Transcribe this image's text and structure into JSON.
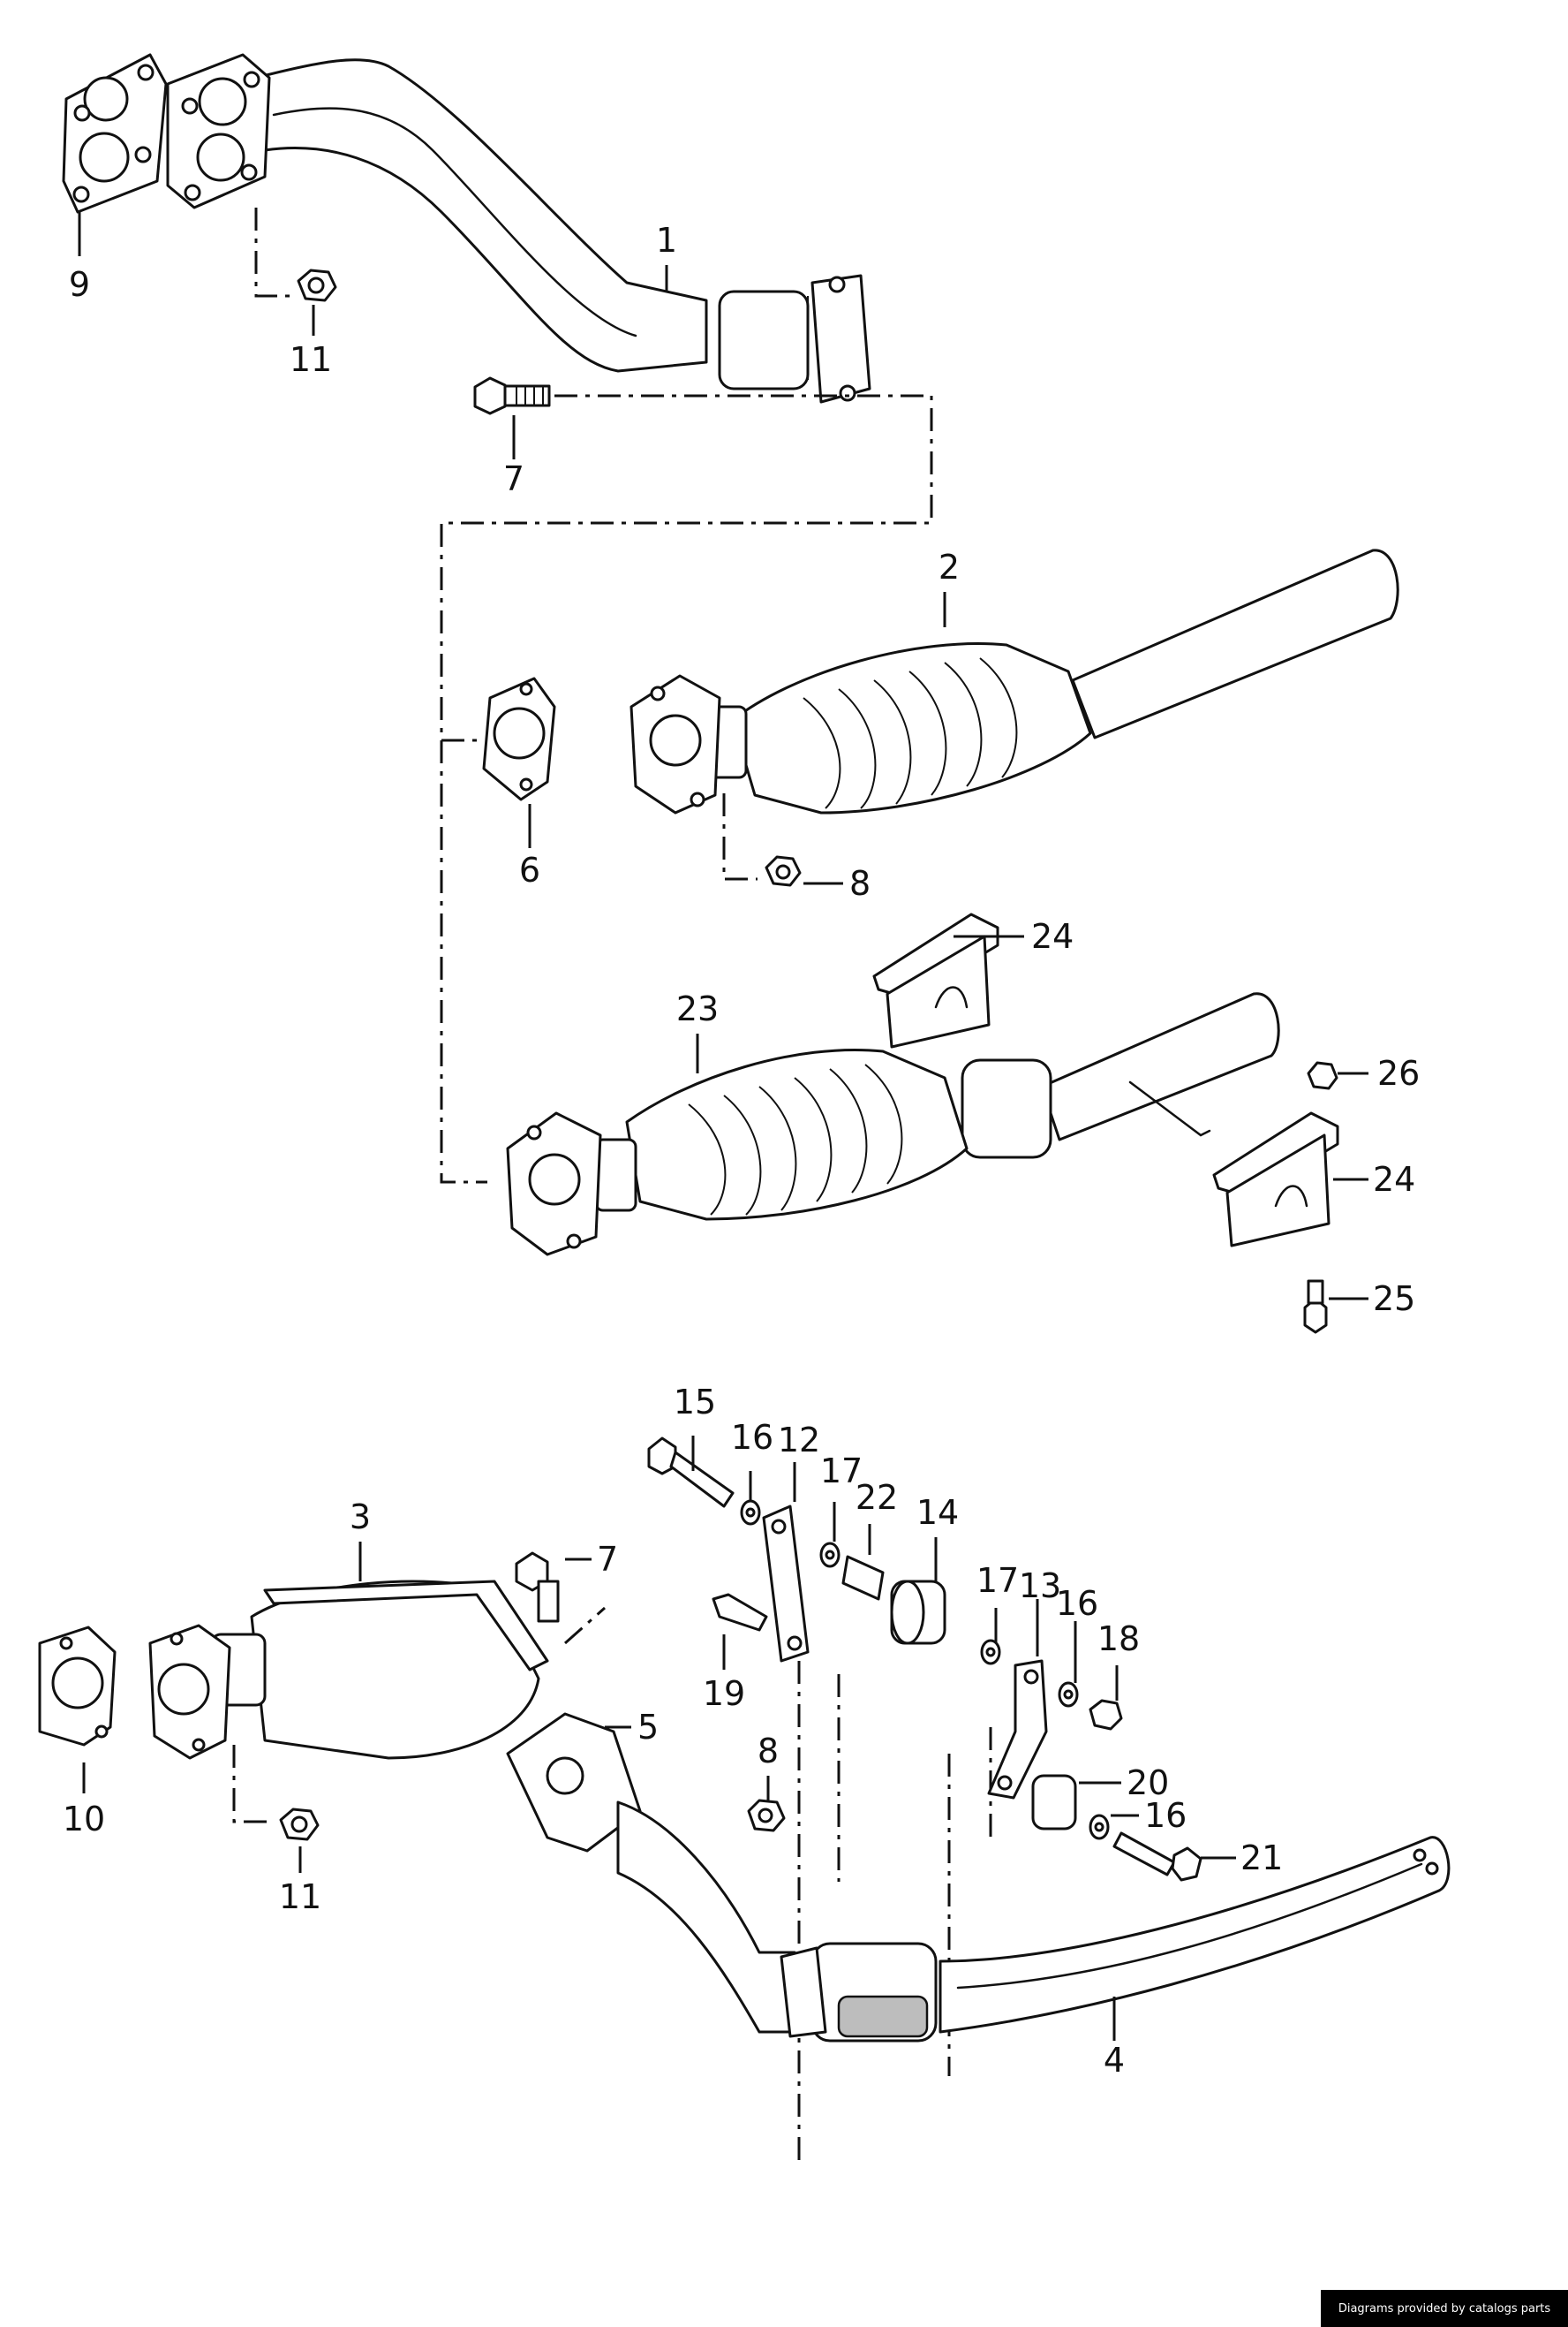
{
  "callouts": {
    "c1": "1",
    "c2": "2",
    "c3": "3",
    "c4": "4",
    "c5": "5",
    "c6": "6",
    "c7a": "7",
    "c7b": "7",
    "c8a": "8",
    "c8b": "8",
    "c9": "9",
    "c10": "10",
    "c11a": "11",
    "c11b": "11",
    "c12": "12",
    "c13": "13",
    "c14": "14",
    "c15": "15",
    "c16a": "16",
    "c16b": "16",
    "c16c": "16",
    "c17a": "17",
    "c17b": "17",
    "c18": "18",
    "c19": "19",
    "c20": "20",
    "c21": "21",
    "c22": "22",
    "c23": "23",
    "c24a": "24",
    "c24b": "24",
    "c25": "25",
    "c26": "26"
  },
  "credit": "Diagrams provided by catalogs parts"
}
